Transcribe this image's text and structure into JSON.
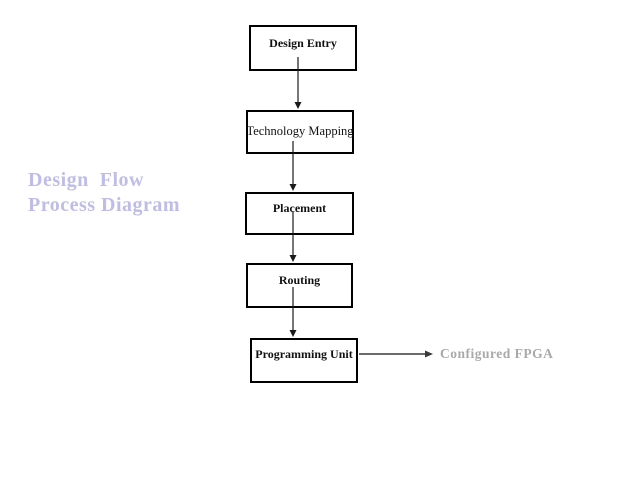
{
  "title": {
    "text": "Design  Flow\nProcess Diagram"
  },
  "diagram": {
    "nodes": [
      {
        "id": "design-entry",
        "label": "Design Entry"
      },
      {
        "id": "technology-mapping",
        "label": "Technology Mapping"
      },
      {
        "id": "placement",
        "label": "Placement"
      },
      {
        "id": "routing",
        "label": "Routing"
      },
      {
        "id": "programming-unit",
        "label": "Programming Unit"
      }
    ],
    "edges": [
      {
        "from": "Design Entry",
        "to": "Technology Mapping"
      },
      {
        "from": "Technology Mapping",
        "to": "Placement"
      },
      {
        "from": "Placement",
        "to": "Routing"
      },
      {
        "from": "Routing",
        "to": "Programming Unit"
      },
      {
        "from": "Programming Unit",
        "to": "Configured FPGA"
      }
    ],
    "output_label": "Configured FPGA"
  },
  "colors": {
    "title_text": "#bdbde7",
    "output_text": "#a9a9a9",
    "box_border": "#000000",
    "box_fill": "#ffffff",
    "arrow": "#1a1a1a",
    "background": "#ffffff"
  }
}
